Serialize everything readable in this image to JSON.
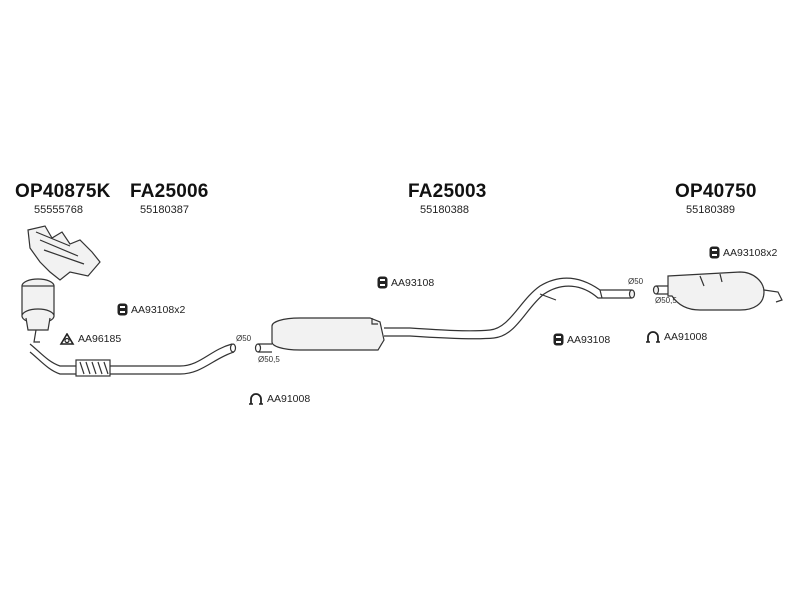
{
  "parts": [
    {
      "code": "OP40875K",
      "number": "55555768"
    },
    {
      "code": "FA25006",
      "number": "55180387"
    },
    {
      "code": "FA25003",
      "number": "55180388"
    },
    {
      "code": "OP40750",
      "number": "55180389"
    }
  ],
  "accessories": [
    {
      "code": "AA93108x2",
      "icon": "rubber-mount-icon"
    },
    {
      "code": "AA96185",
      "icon": "gasket-icon"
    },
    {
      "code": "AA91008",
      "icon": "clamp-icon"
    },
    {
      "code": "AA93108",
      "icon": "rubber-mount-icon"
    },
    {
      "code": "AA93108",
      "icon": "rubber-mount-icon"
    },
    {
      "code": "AA93108x2",
      "icon": "rubber-mount-icon"
    },
    {
      "code": "AA91008",
      "icon": "clamp-icon"
    }
  ],
  "dimensions": [
    "Ø50",
    "Ø50,5",
    "Ø50",
    "Ø50,5"
  ],
  "colors": {
    "line": "#333333",
    "fill": "#f2f2f2",
    "icon": "#222222"
  }
}
